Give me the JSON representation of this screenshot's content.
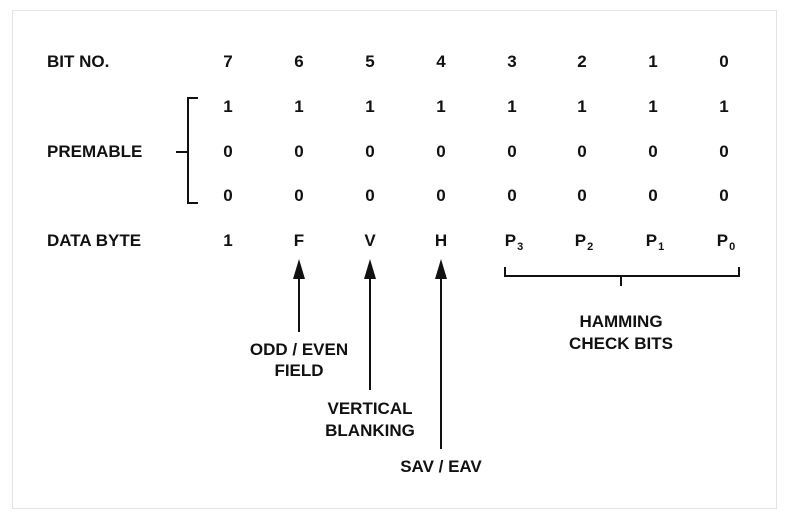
{
  "labels": {
    "bit_no": "BIT NO.",
    "premable": "PREMABLE",
    "data_byte": "DATA BYTE"
  },
  "bit_numbers": [
    "7",
    "6",
    "5",
    "4",
    "3",
    "2",
    "1",
    "0"
  ],
  "premable_rows": [
    [
      "1",
      "1",
      "1",
      "1",
      "1",
      "1",
      "1",
      "1"
    ],
    [
      "0",
      "0",
      "0",
      "0",
      "0",
      "0",
      "0",
      "0"
    ],
    [
      "0",
      "0",
      "0",
      "0",
      "0",
      "0",
      "0",
      "0"
    ]
  ],
  "data_byte": {
    "b7": "1",
    "b6": "F",
    "b5": "V",
    "b4": "H",
    "p": [
      "P",
      "P",
      "P",
      "P"
    ],
    "p_sub": [
      "3",
      "2",
      "1",
      "0"
    ]
  },
  "annotations": {
    "odd_even_1": "ODD / EVEN",
    "odd_even_2": "FIELD",
    "vertical_1": "VERTICAL",
    "vertical_2": "BLANKING",
    "sav_eav": "SAV / EAV",
    "hamming_1": "HAMMING",
    "hamming_2": "CHECK BITS"
  },
  "colors": {
    "ink": "#111111",
    "frame": "#e4e4e4"
  }
}
